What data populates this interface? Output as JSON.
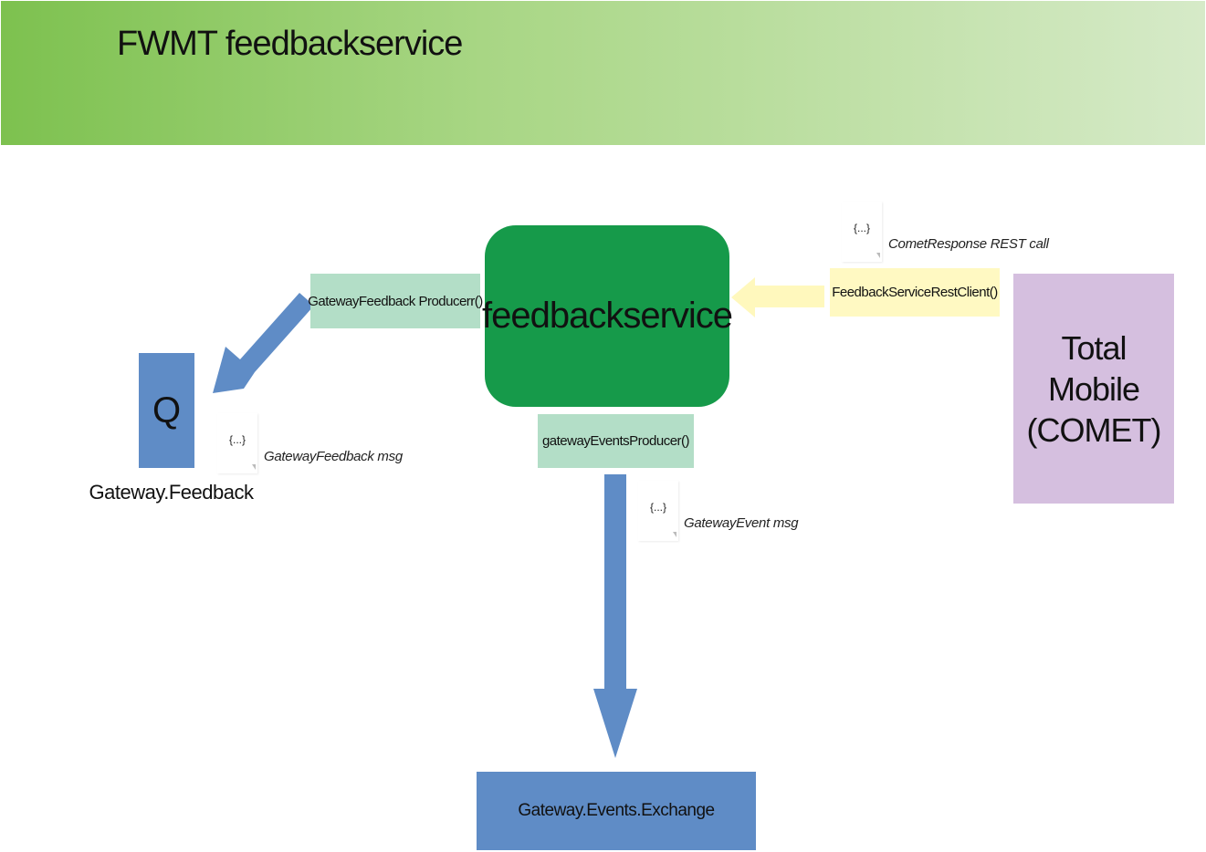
{
  "header": {
    "title": "FWMT feedbackservice"
  },
  "diagram": {
    "service": "feedbackservice",
    "queue": {
      "symbol": "Q",
      "label": "Gateway.Feedback"
    },
    "comet": "Total Mobile\n(COMET)",
    "exchange": "Gateway.Events.Exchange",
    "methods": {
      "feedback_producer": "GatewayFeedback Producerr()",
      "events_producer": "gatewayEventsProducer()",
      "rest_client": "FeedbackServiceRestClient()"
    },
    "doc_icon_glyph": "{...}",
    "notes": {
      "comet_response": "CometResponse REST call",
      "feedback_msg": "GatewayFeedback msg",
      "event_msg": "GatewayEvent msg"
    }
  },
  "colors": {
    "banner_start": "#7dc14f",
    "banner_end": "#d6eac8",
    "service": "#169a4a",
    "queue": "#5f8cc6",
    "exchange": "#5f8cc6",
    "comet": "#d5bfdf",
    "producer_method": "#b3dec7",
    "rest_method": "#fff9c2",
    "blue_arrow": "#5f8cc6",
    "yellow_arrow": "#fff8bd"
  }
}
